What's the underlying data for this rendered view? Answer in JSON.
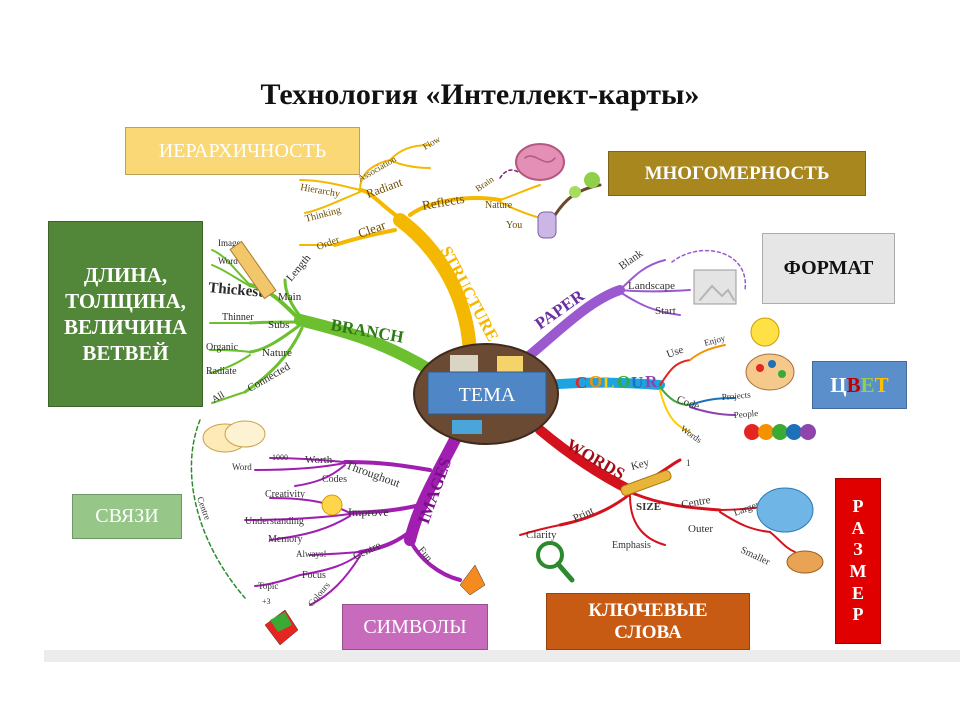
{
  "title": "Технология «Интеллект-карты»",
  "center": {
    "label": "ТЕМА",
    "color": "#4f86c6"
  },
  "concepts": {
    "hierarchy": {
      "label": "ИЕРАРХИЧНОСТЬ",
      "bg": "#fad876",
      "fg": "#ffffff"
    },
    "multidim": {
      "label": "МНОГОМЕРНОСТЬ",
      "bg": "#a8871f",
      "fg": "#ffffff"
    },
    "length": {
      "label": "ДЛИНА, ТОЛЩИНА, ВЕЛИЧИНА ВЕТВЕЙ",
      "bg": "#52873a",
      "fg": "#ffffff"
    },
    "format": {
      "label": "ФОРМАТ",
      "bg": "#e7e6e6",
      "fg": "#111111"
    },
    "color": {
      "letters": [
        "Ц",
        "В",
        "Е",
        "Т"
      ],
      "letter_colors": [
        "#ffffff",
        "#c00000",
        "#92d050",
        "#ffc000"
      ],
      "bg": "#5b8fcc"
    },
    "links": {
      "label": "СВЯЗИ",
      "bg": "#96c788",
      "fg": "#ffffff"
    },
    "symbols": {
      "label": "СИМВОЛЫ",
      "bg": "#c96bbd",
      "fg": "#ffffff"
    },
    "keywords": {
      "label": "КЛЮЧЕВЫЕ СЛОВА",
      "bg": "#c75b14",
      "fg": "#ffffff"
    },
    "size": {
      "letters": [
        "Р",
        "А",
        "З",
        "М",
        "Е",
        "Р"
      ],
      "bg": "#e00000",
      "fg": "#ffffff"
    }
  },
  "branches": {
    "structure": {
      "label": "STRUCTURE",
      "color": "#f5b800",
      "words": [
        "Radiant",
        "Reflects",
        "Clear",
        "Association",
        "Brain",
        "Flow",
        "Hierarchy",
        "Thinking",
        "Order",
        "Nature",
        "You"
      ]
    },
    "branch": {
      "label": "BRANCH",
      "color": "#6cbf2e",
      "words": [
        "Thickest",
        "Length",
        "Main",
        "Subs",
        "Thinner",
        "Nature",
        "Organic",
        "Radiate",
        "Connected",
        "All",
        "Image",
        "Word"
      ]
    },
    "paper": {
      "label": "PAPER",
      "color": "#9b59d0",
      "words": [
        "Blank",
        "Landscape",
        "Start"
      ]
    },
    "colour": {
      "label": "COLOUR",
      "letters": [
        "C",
        "O",
        "L",
        "O",
        "U",
        "R"
      ],
      "letter_colors": [
        "#e52521",
        "#f39200",
        "#ffcc00",
        "#3aaa35",
        "#1d71b8",
        "#8e44ad"
      ],
      "line_color": "#1ca3e0",
      "words": [
        "Use",
        "Enjoy",
        "Code",
        "Projects",
        "People",
        "Words"
      ]
    },
    "images": {
      "label": "IMAGES",
      "color": "#a01fb0",
      "words": [
        "Throughout",
        "1000",
        "Worth",
        "Word",
        "Codes",
        "Creativity",
        "Improve",
        "Understanding",
        "Memory",
        "Always!",
        "Centre",
        "Focus",
        "Topic",
        "+3",
        "Colours",
        "Fun"
      ]
    },
    "words": {
      "label": "WORDS",
      "color": "#d4121e",
      "words": [
        "Key",
        "1",
        "SIZE",
        "Centre",
        "Larger",
        "Outer",
        "Smaller",
        "Print",
        "Clarity",
        "Emphasis"
      ]
    },
    "links_branch": {
      "word": "Centre"
    }
  },
  "accent_colors": {
    "links_dashes": "#2d8a2d",
    "paper_dashes": "#7b3fbf",
    "structure_dashes": "#7f1d7f"
  }
}
